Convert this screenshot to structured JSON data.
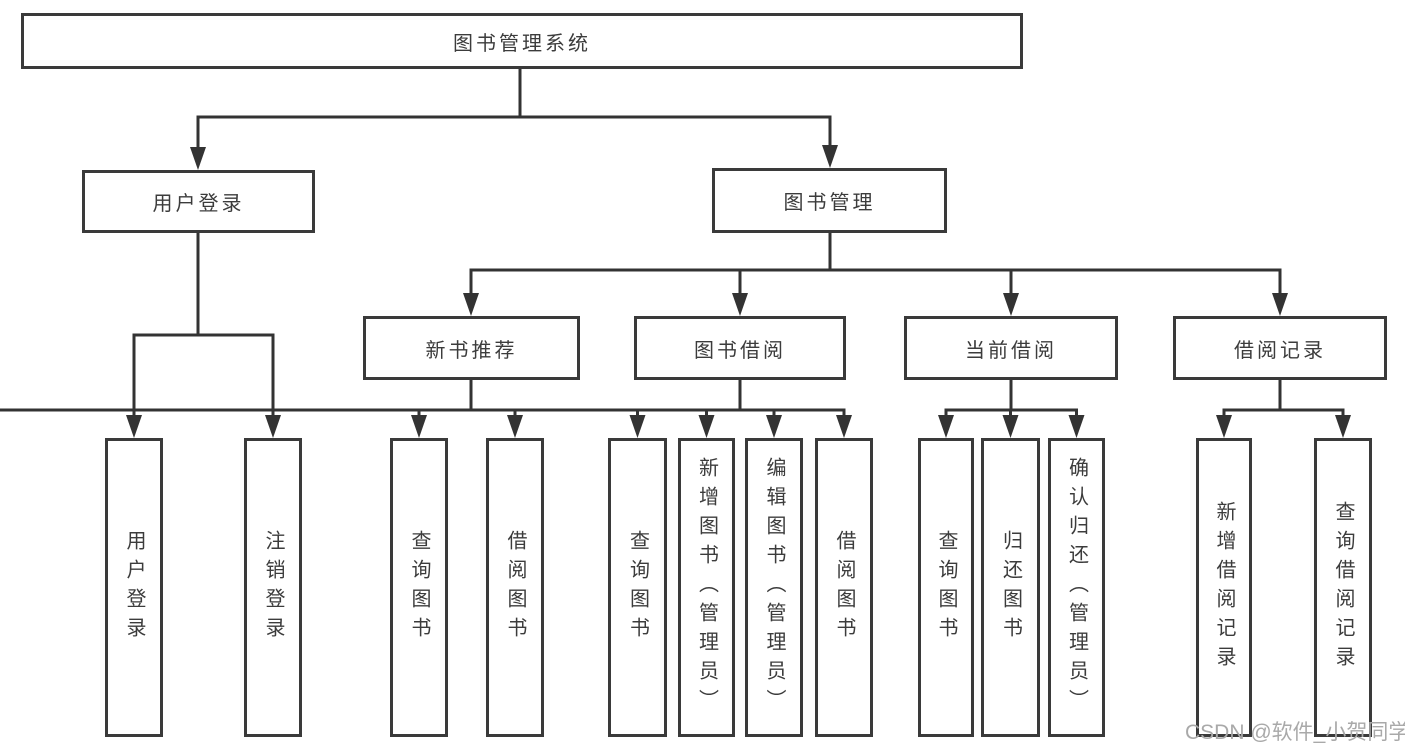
{
  "diagram": {
    "title": "图书管理系统",
    "root": {
      "label": "图书管理系统"
    },
    "level1": [
      {
        "id": "user-login",
        "label": "用户登录"
      },
      {
        "id": "book-management",
        "label": "图书管理"
      }
    ],
    "level2": [
      {
        "id": "new-book-recommend",
        "label": "新书推荐",
        "parent": "图书管理"
      },
      {
        "id": "book-borrowing",
        "label": "图书借阅",
        "parent": "图书管理"
      },
      {
        "id": "current-borrowing",
        "label": "当前借阅",
        "parent": "图书管理"
      },
      {
        "id": "borrowing-records",
        "label": "借阅记录",
        "parent": "图书管理"
      }
    ],
    "leaves": [
      {
        "label": "用户登录",
        "parent": "用户登录"
      },
      {
        "label": "注销登录",
        "parent": "用户登录"
      },
      {
        "label": "查询图书",
        "parent": "新书推荐"
      },
      {
        "label": "借阅图书",
        "parent": "新书推荐"
      },
      {
        "label": "查询图书",
        "parent": "图书借阅"
      },
      {
        "label": "新增图书（管理员）",
        "parent": "图书借阅"
      },
      {
        "label": "编辑图书（管理员）",
        "parent": "图书借阅"
      },
      {
        "label": "借阅图书",
        "parent": "图书借阅"
      },
      {
        "label": "查询图书",
        "parent": "当前借阅"
      },
      {
        "label": "归还图书",
        "parent": "当前借阅"
      },
      {
        "label": "确认归还（管理员）",
        "parent": "当前借阅"
      },
      {
        "label": "新增借阅记录",
        "parent": "借阅记录"
      },
      {
        "label": "查询借阅记录",
        "parent": "借阅记录"
      }
    ]
  },
  "watermark": {
    "text": "CSDN @软件_小贺同学"
  },
  "colors": {
    "line": "#333333",
    "box_border": "#3a3a3a",
    "text": "#3c3c3c",
    "watermark": "#a9a9a9",
    "background": "#ffffff"
  }
}
